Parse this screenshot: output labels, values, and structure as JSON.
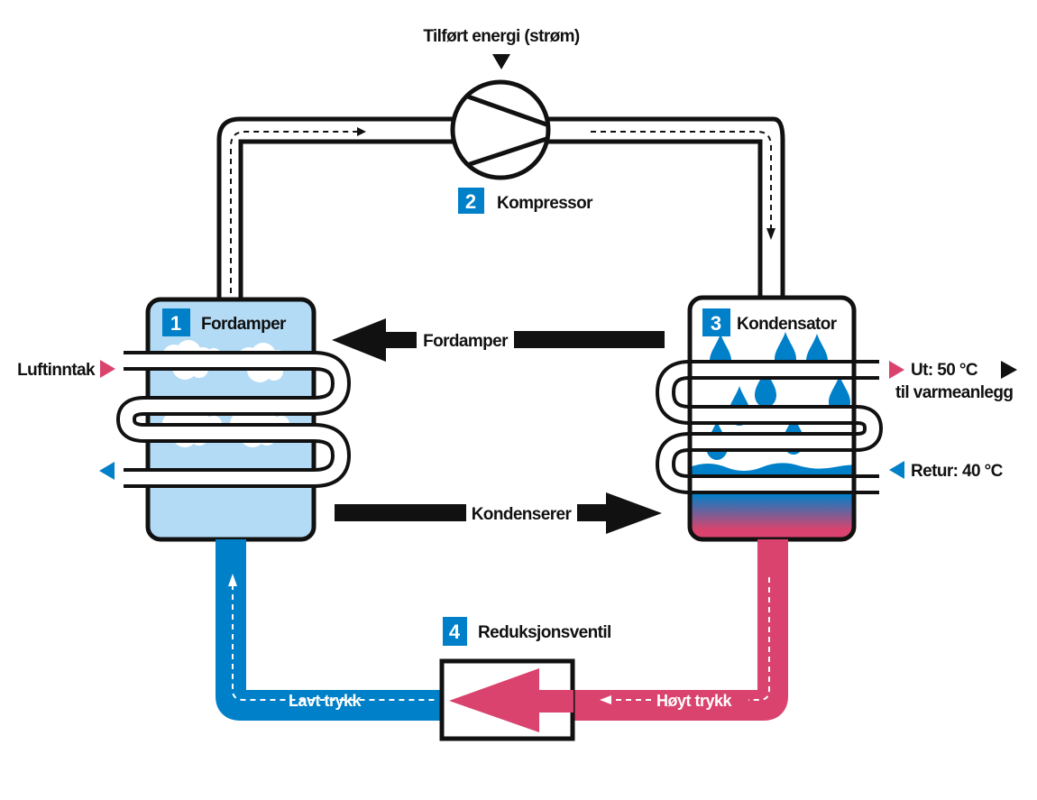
{
  "title": "Varmepumpe prinsipp",
  "colors": {
    "blue": "#0080c8",
    "light_blue": "#b3dbf5",
    "pink": "#d9436d",
    "black": "#111111",
    "white": "#ffffff"
  },
  "energy_input": {
    "label": "Tilført energi (strøm)"
  },
  "components": [
    {
      "number": "1",
      "label": "Fordamper"
    },
    {
      "number": "2",
      "label": "Kompressor"
    },
    {
      "number": "3",
      "label": "Kondensator"
    },
    {
      "number": "4",
      "label": "Reduksjonsventil"
    }
  ],
  "flow_arrows": {
    "top": "Fordamper",
    "bottom": "Kondenserer"
  },
  "evaporator_side": {
    "air_intake": "Luftinntak"
  },
  "condenser_side": {
    "out_label": "Ut: 50 °C",
    "out_sub": "til varmeanlegg",
    "return_label": "Retur: 40 °C"
  },
  "pressure": {
    "low": "Lavt trykk",
    "high": "Høyt trykk"
  }
}
